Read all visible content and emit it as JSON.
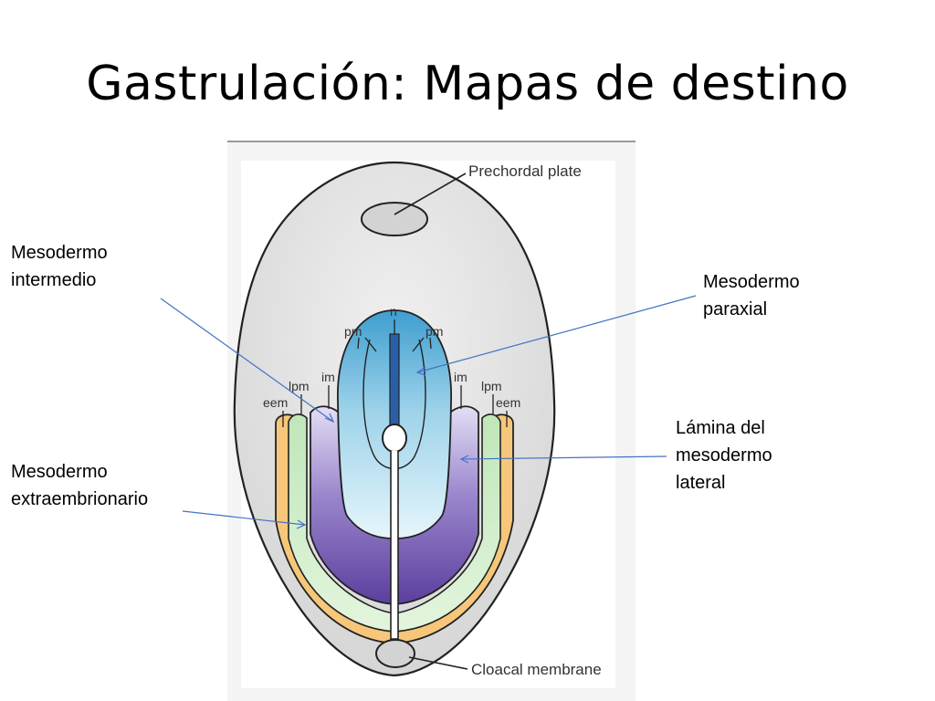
{
  "slide": {
    "title": "Gastrulación: Mapas de destino"
  },
  "callouts": {
    "intermedio": [
      "Mesodermo",
      "intermedio"
    ],
    "extraembrionario": [
      "Mesodermo",
      "extraembrionario"
    ],
    "paraxial": [
      "Mesodermo",
      "paraxial"
    ],
    "lateral": [
      "Lámina del",
      "mesodermo",
      "lateral"
    ]
  },
  "figure": {
    "prechordal_plate": "Prechordal plate",
    "cloacal_membrane": "Cloacal membrane",
    "n": "n",
    "pm": "pm",
    "im": "im",
    "lpm": "lpm",
    "eem": "eem"
  },
  "colors": {
    "callout_line": "#4472c4",
    "embryo_fill": "#e8e8e8",
    "extraembryonic": "#f6c77a",
    "lateral_plate": "#cdeec7",
    "intermediate": "#d9d5ee",
    "paraxial_top": "#3f9ed0",
    "notochord": "#2a5fa8",
    "lateral_deep": "#5b3f9e"
  }
}
